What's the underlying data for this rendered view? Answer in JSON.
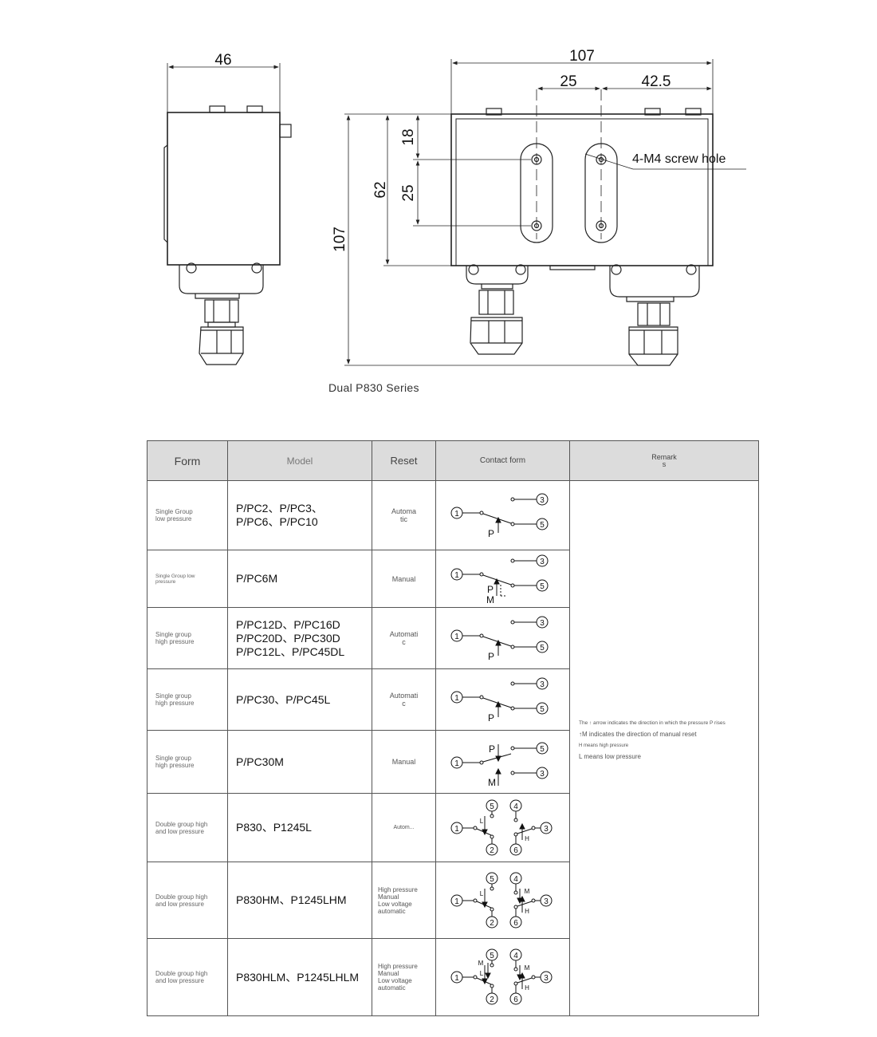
{
  "drawing": {
    "dims": {
      "side_width": "46",
      "front_width": "107",
      "spacing_25": "25",
      "offset_42_5": "42.5",
      "top_18": "18",
      "slot_25": "25",
      "height_62": "62",
      "height_107": "107"
    },
    "screw_hole_label": "4-M4 screw hole",
    "caption": "Dual P830 Series"
  },
  "table": {
    "headers": {
      "form": "Form",
      "model": "Model",
      "reset": "Reset",
      "contact": "Contact form",
      "remarks_line1": "Remark",
      "remarks_line2": "s"
    },
    "rows": [
      {
        "form": [
          "Single Group",
          "low pressure"
        ],
        "model": [
          "P/PC2、P/PC3、",
          "P/PC6、P/PC10"
        ],
        "reset": [
          "Automa",
          "tic"
        ]
      },
      {
        "form": [
          "Single Group low",
          "pressure"
        ],
        "model": [
          "P/PC6M"
        ],
        "reset": [
          "Manual"
        ]
      },
      {
        "form": [
          "Single group",
          "high pressure"
        ],
        "model": [
          "P/PC12D、P/PC16D",
          "P/PC20D、P/PC30D",
          "P/PC12L、P/PC45DL"
        ],
        "reset": [
          "Automati",
          "c"
        ]
      },
      {
        "form": [
          "Single group",
          "high pressure"
        ],
        "model": [
          "P/PC30、P/PC45L"
        ],
        "reset": [
          "Automati",
          "c"
        ]
      },
      {
        "form": [
          "Single group",
          "high pressure"
        ],
        "model": [
          "P/PC30M"
        ],
        "reset": [
          "Manual"
        ]
      },
      {
        "form": [
          "Double group high",
          "and low pressure"
        ],
        "model": [
          "P830、P1245L"
        ],
        "reset": [
          "Autom..."
        ]
      },
      {
        "form": [
          "Double group high",
          "and low pressure"
        ],
        "model": [
          "P830HM、P1245LHM"
        ],
        "reset": [
          "High pressure",
          "Manual",
          "Low voltage",
          "automatic"
        ]
      },
      {
        "form": [
          "Double group high",
          "and low pressure"
        ],
        "model": [
          "P830HLM、P1245LHLM"
        ],
        "reset": [
          "High pressure",
          "Manual",
          "Low voltage",
          "automatic"
        ]
      }
    ],
    "remarks": [
      "The ↑ arrow indicates the direction in which the pressure P rises",
      "↑M indicates the direction of manual reset",
      "H means high pressure",
      "L means low pressure"
    ],
    "contact_labels": {
      "t1": "1",
      "t2": "2",
      "t3": "3",
      "t4": "4",
      "t5": "5",
      "t6": "6",
      "p": "P",
      "m": "M",
      "l": "L",
      "h": "H"
    }
  }
}
